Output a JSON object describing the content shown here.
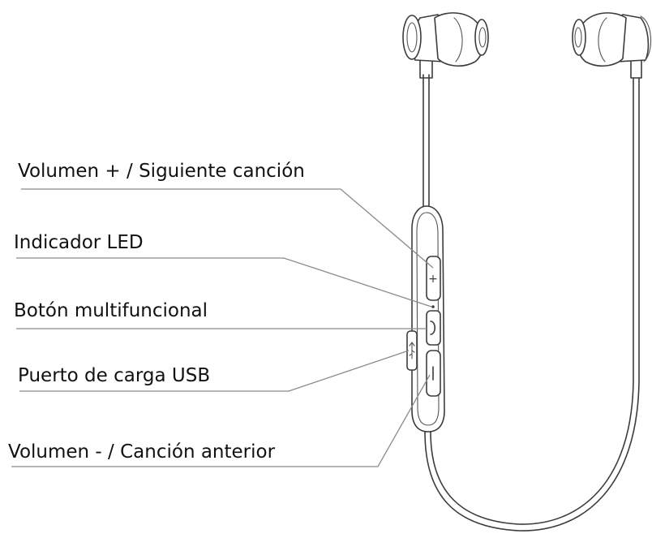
{
  "labels": {
    "volume_up": "Volumen + / Siguiente canción",
    "led_indicator": "Indicador LED",
    "multifunction_button": "Botón multifuncional",
    "usb_port": "Puerto de carga USB",
    "volume_down": "Volumen - / Canción anterior"
  },
  "colors": {
    "line": "#3c3c3c",
    "leader": "#8a8a8a",
    "text": "#111111",
    "background": "#ffffff"
  }
}
